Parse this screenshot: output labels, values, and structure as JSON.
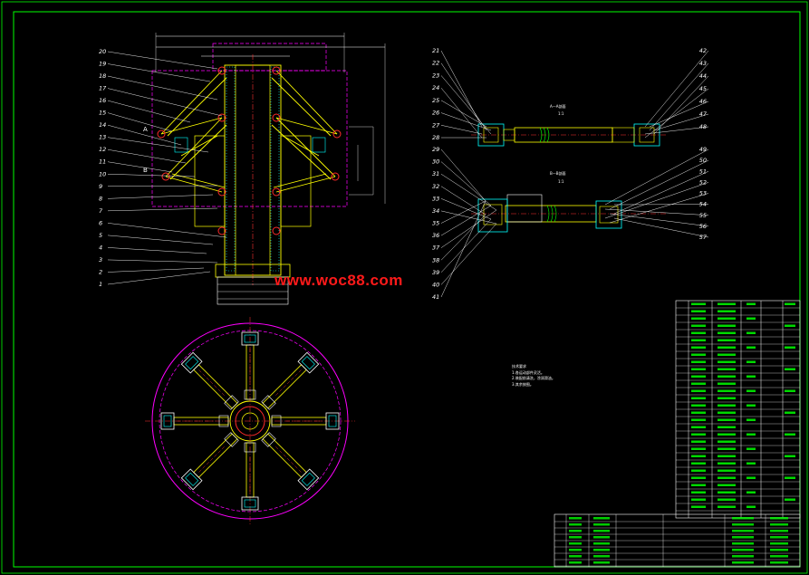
{
  "watermark": "www.woc88.com",
  "colors": {
    "background": "#000000",
    "frame": "#00ff00",
    "part_outline": "#ffff00",
    "center_line": "#ff3333",
    "dimension": "#ff00ff",
    "leader": "#ffffff",
    "hatch": "#00ffff",
    "hole": "#ff2a2a",
    "text": "#ffffff"
  },
  "left_view_labels": [
    "20",
    "19",
    "18",
    "17",
    "16",
    "15",
    "14",
    "13",
    "12",
    "11",
    "10",
    "9",
    "8",
    "7",
    "6",
    "5",
    "4",
    "3",
    "2",
    "1"
  ],
  "right_upper_left_labels": [
    "21",
    "22",
    "23",
    "24",
    "25",
    "26",
    "27",
    "28"
  ],
  "right_upper_right_labels": [
    "42",
    "43",
    "44",
    "45",
    "46",
    "47",
    "48"
  ],
  "right_lower_left_labels": [
    "29",
    "30",
    "31",
    "32",
    "33",
    "34",
    "35",
    "36",
    "37",
    "38",
    "39",
    "40",
    "41"
  ],
  "right_lower_right_labels": [
    "49",
    "50",
    "51",
    "52",
    "53",
    "54",
    "55",
    "56",
    "57"
  ],
  "section_labels": [
    "A—A剖面",
    "1:1",
    "B—B剖面",
    "1:1"
  ],
  "section_marks": [
    "A",
    "B"
  ],
  "technical_notes": [
    "技术要求",
    "1.各运动部件灵活。",
    "2.装配前清洗，涂润滑油。",
    "3.其余按图。"
  ]
}
